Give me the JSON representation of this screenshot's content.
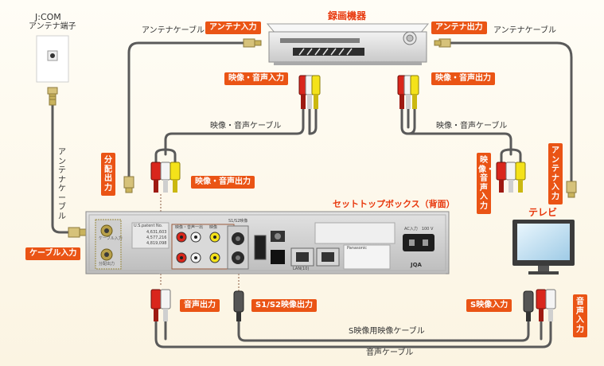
{
  "labels": {
    "jcom": "J:COM",
    "antenna_terminal": "アンテナ端子",
    "recorder": "録画機器",
    "stb_back": "セットトップボックス（背面）",
    "tv": "テレビ",
    "antenna_cable_left": "アンテナケーブル",
    "antenna_cable_right": "アンテナケーブル",
    "antenna_cable_vertical": "アンテナケーブル",
    "av_cable_left": "映像・音声ケーブル",
    "av_cable_right": "映像・音声ケーブル",
    "s_video_cable": "S映像用映像ケーブル",
    "audio_cable": "音声ケーブル"
  },
  "badges": {
    "antenna_in": "アンテナ入力",
    "antenna_out": "アンテナ出力",
    "av_in": "映像・音声入力",
    "av_out_recorder": "映像・音声出力",
    "av_out_stb": "映像・音声出力",
    "split_out": "分配出力",
    "cable_in": "ケーブル入力",
    "audio_out": "音声出力",
    "s_video_out": "S1/S2映像出力",
    "s_video_in": "S映像入力",
    "audio_in": "音声入力",
    "tv_av_in": "映像・音声入力",
    "tv_antenna_in": "アンテナ入力"
  },
  "stb_panel": {
    "cable_in_label": "ケーブル入力",
    "split_out_label": "分配出力",
    "patent": "U.S.patent No.",
    "patent_nums": [
      "4,631,603",
      "4,577,216",
      "4,819,098"
    ],
    "video_audio_header": "映像・音声一出",
    "video_header": "映像",
    "s_header": "S1/S2映像",
    "lan": "LAN(10)",
    "ac_in": "AC入力　100 V",
    "maker": "Panasonic",
    "jqa": "JQA"
  },
  "colors": {
    "accent": "#ea5415",
    "title_red": "#e8380d",
    "cable": "#5a5a5a",
    "plug_red": "#d9261c",
    "plug_white": "#f4f4f4",
    "plug_yellow": "#f4e21a"
  }
}
